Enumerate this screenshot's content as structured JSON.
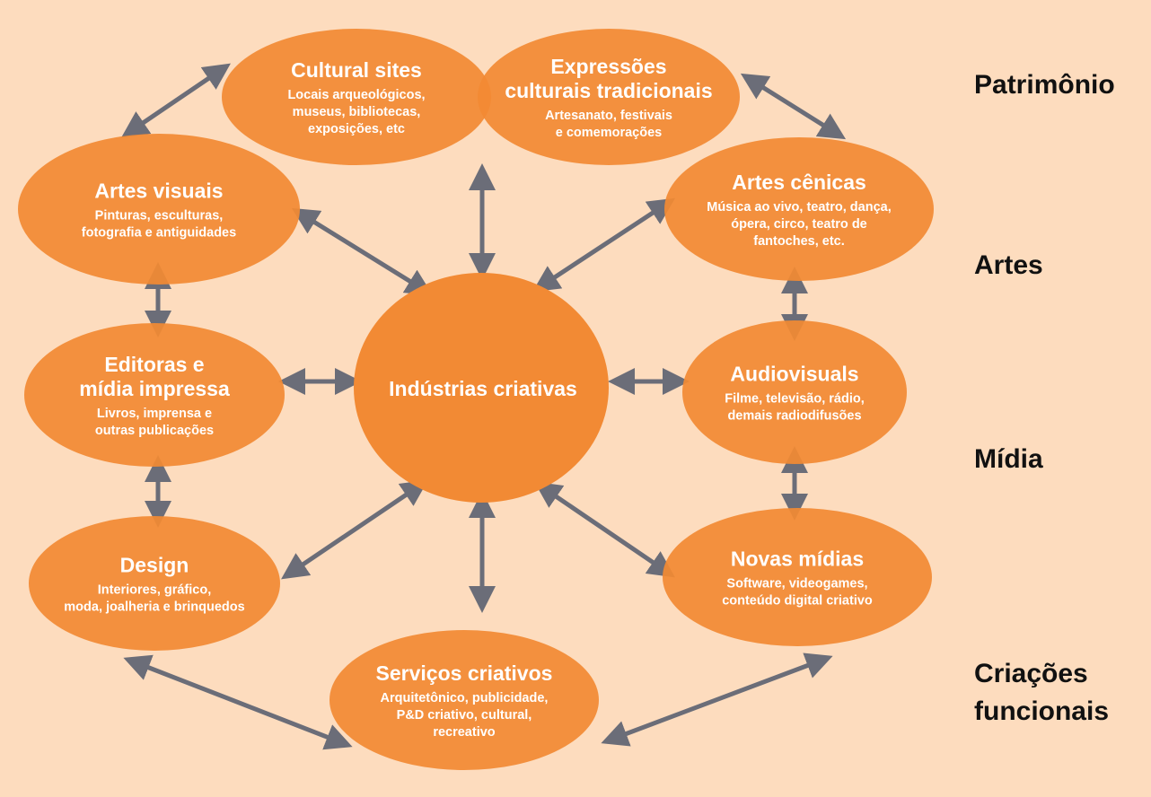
{
  "diagram": {
    "colors": {
      "background": "#fddcbe",
      "node": "#f28a34",
      "arrow": "#6b6d78",
      "label": "#111111"
    },
    "center": {
      "title": "Indústrias criativas"
    },
    "nodes": [
      {
        "id": "cultural-sites",
        "title": [
          "Cultural sites"
        ],
        "subtitle": [
          "Locais arqueológicos,",
          "museus, bibliotecas,",
          "exposições, etc"
        ]
      },
      {
        "id": "expressoes",
        "title": [
          "Expressões",
          "culturais tradicionais"
        ],
        "subtitle": [
          "Artesanato, festivais",
          "e comemorações"
        ]
      },
      {
        "id": "artes-visuais",
        "title": [
          "Artes visuais"
        ],
        "subtitle": [
          "Pinturas, esculturas,",
          "fotografia e antiguidades"
        ]
      },
      {
        "id": "artes-cenicas",
        "title": [
          "Artes cênicas"
        ],
        "subtitle": [
          "Música ao vivo, teatro, dança,",
          "ópera, circo, teatro de",
          "fantoches, etc."
        ]
      },
      {
        "id": "editoras",
        "title": [
          "Editoras e",
          "mídia impressa"
        ],
        "subtitle": [
          "Livros, imprensa e",
          "outras publicações"
        ]
      },
      {
        "id": "audiovisuais",
        "title": [
          "Audiovisuals"
        ],
        "subtitle": [
          "Filme, televisão, rádio,",
          "demais radiodifusões"
        ]
      },
      {
        "id": "design",
        "title": [
          "Design"
        ],
        "subtitle": [
          "Interiores, gráfico,",
          "moda, joalheria e brinquedos"
        ]
      },
      {
        "id": "novas-midias",
        "title": [
          "Novas mídias"
        ],
        "subtitle": [
          "Software, videogames,",
          "conteúdo digital criativo"
        ]
      },
      {
        "id": "servicos",
        "title": [
          "Serviços criativos"
        ],
        "subtitle": [
          "Arquitetônico, publicidade,",
          "P&D criativo, cultural,",
          "recreativo"
        ]
      }
    ],
    "side_labels": [
      {
        "lines": [
          "Patrimônio"
        ]
      },
      {
        "lines": [
          "Artes"
        ]
      },
      {
        "lines": [
          "Mídia"
        ]
      },
      {
        "lines": [
          "Criações",
          "funcionais"
        ]
      }
    ]
  }
}
